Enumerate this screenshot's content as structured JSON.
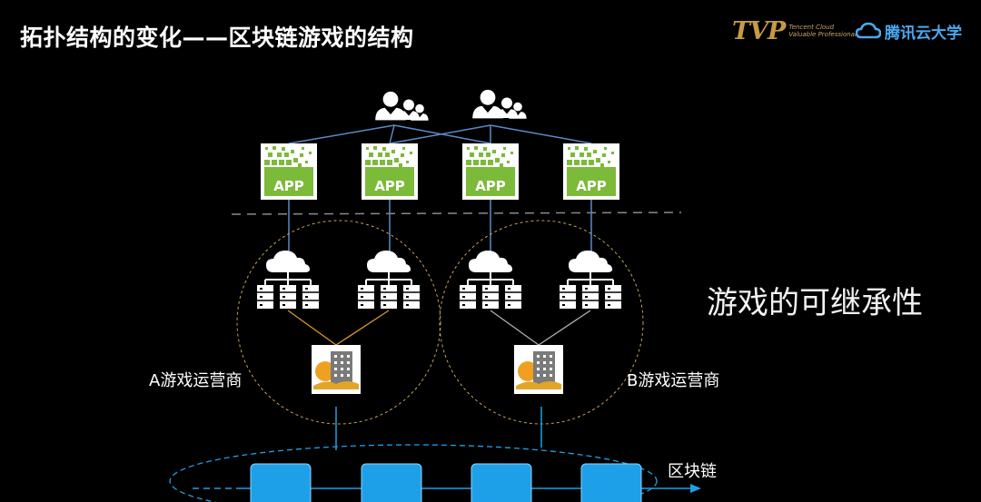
{
  "title": "拓扑结构的变化——区块链游戏的结构",
  "logos": {
    "tvp_mark": "TVP",
    "tvp_sub_line1": "Tencent Cloud",
    "tvp_sub_line2": "Valuable Professional",
    "tencent_cloud_text": "腾讯云大学"
  },
  "apps": [
    {
      "label": "APP"
    },
    {
      "label": "APP"
    },
    {
      "label": "APP"
    },
    {
      "label": "APP"
    }
  ],
  "operators": {
    "a": "A游戏运营商",
    "b": "B游戏运营商"
  },
  "blockchain_label": "区块链",
  "side_caption": "游戏的可继承性",
  "colors": {
    "background": "#000000",
    "app_green": "#7cba3a",
    "chain_blue": "#1ea0e8",
    "connector_blue": "#5b8ac8",
    "connector_orange": "#d8992e",
    "dashed_circle": "#c8a060"
  },
  "icons": {
    "user_group": "user-group-icon",
    "cloud_server": "cloud-server-icon",
    "building": "building-icon"
  }
}
